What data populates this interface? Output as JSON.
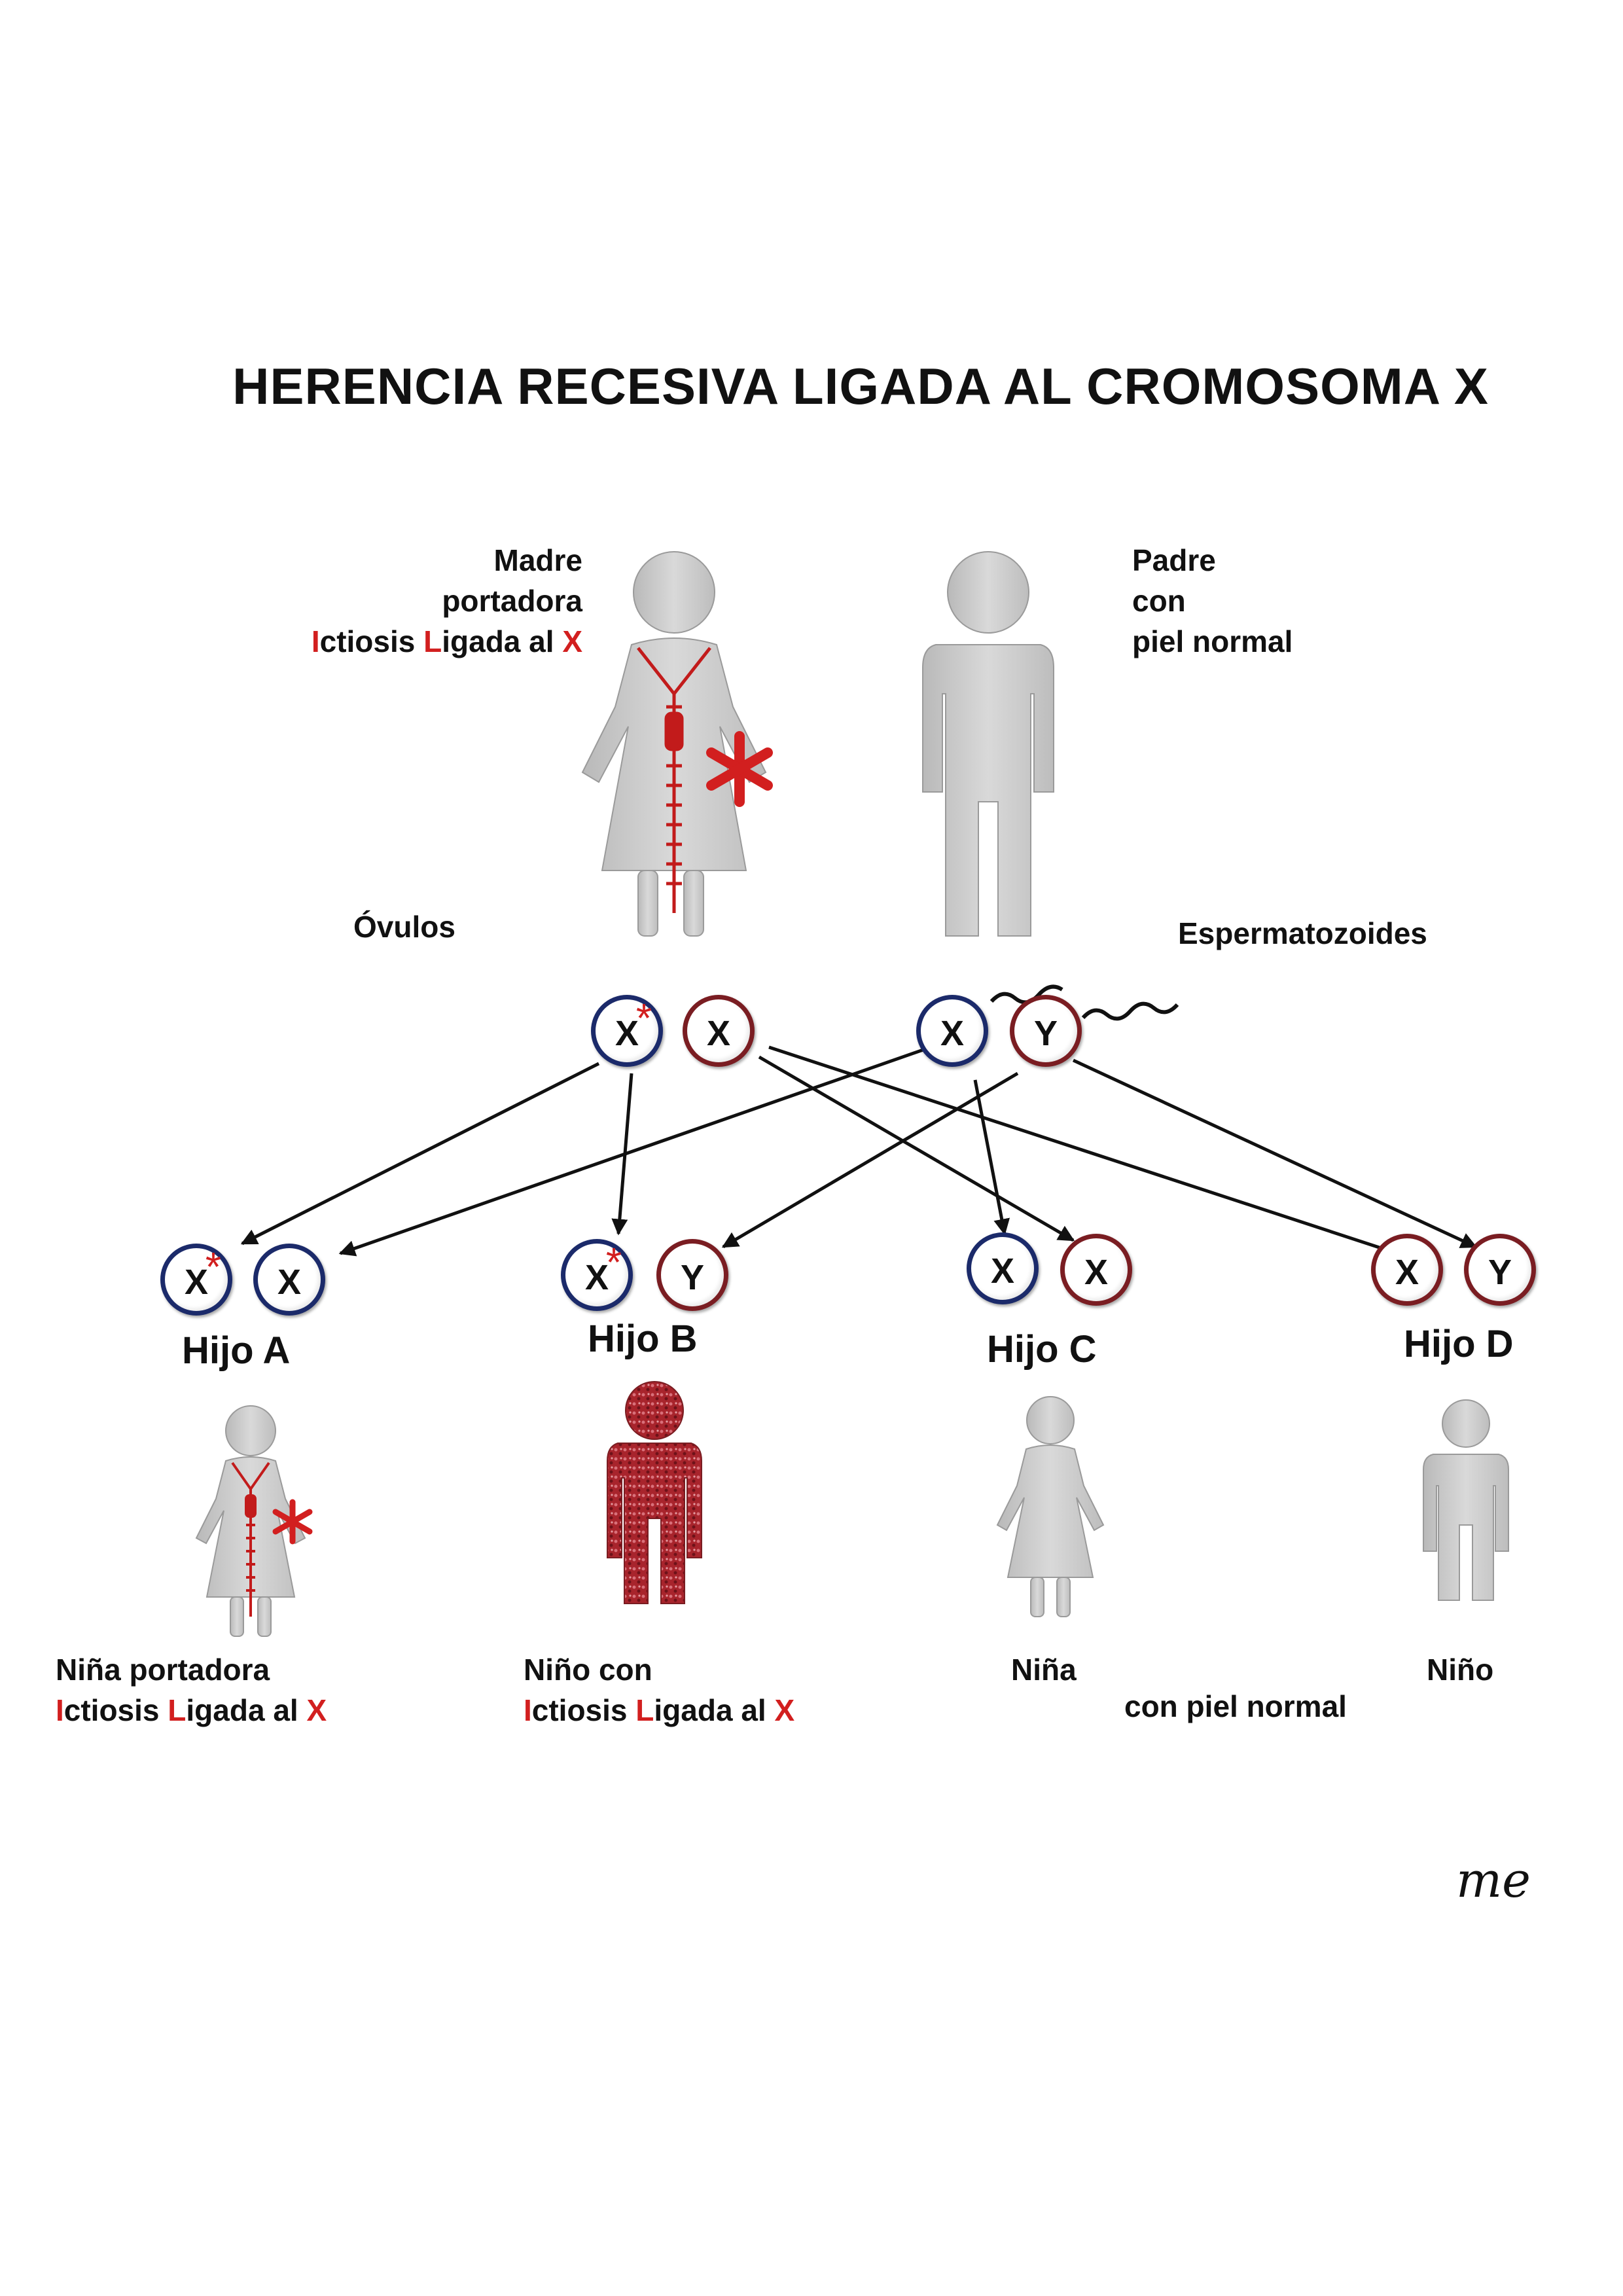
{
  "title": "HERENCIA RECESIVA LIGADA AL CROMOSOMA X",
  "parents": {
    "mother": {
      "line1": "Madre",
      "line2": "portadora",
      "line3": [
        "I",
        "ctiosis ",
        "L",
        "igada al ",
        "X"
      ]
    },
    "father": {
      "line1": "Padre",
      "line2": "con",
      "line3": "piel normal"
    }
  },
  "gametes": {
    "ovulos_label": "Óvulos",
    "esperma_label": "Espermatozoides",
    "mother": [
      {
        "letter": "X",
        "mutated": true
      },
      {
        "letter": "X",
        "mutated": false
      }
    ],
    "father": [
      {
        "letter": "X",
        "mutated": false
      },
      {
        "letter": "Y",
        "mutated": false
      }
    ]
  },
  "children": [
    {
      "name": "Hijo A",
      "chromosomes": [
        {
          "letter": "X",
          "mutated": true
        },
        {
          "letter": "X",
          "mutated": false
        }
      ]
    },
    {
      "name": "Hijo B",
      "chromosomes": [
        {
          "letter": "X",
          "mutated": true
        },
        {
          "letter": "Y",
          "mutated": false
        }
      ]
    },
    {
      "name": "Hijo C",
      "chromosomes": [
        {
          "letter": "X",
          "mutated": false
        },
        {
          "letter": "X",
          "mutated": false
        }
      ]
    },
    {
      "name": "Hijo D",
      "chromosomes": [
        {
          "letter": "X",
          "mutated": false
        },
        {
          "letter": "Y",
          "mutated": false
        }
      ]
    }
  ],
  "descriptions": {
    "a": {
      "line1": "Niña portadora",
      "line2": [
        "I",
        "ctiosis ",
        "L",
        "igada al ",
        "X"
      ]
    },
    "b": {
      "line1": "Niño con",
      "line2": [
        "I",
        "ctiosis ",
        "L",
        "igada al ",
        "X"
      ]
    },
    "c": {
      "line1": "Niña"
    },
    "d": {
      "line1": "Niño"
    },
    "cd": {
      "shared": "con piel normal"
    }
  },
  "asterisk": "*",
  "signature": "me",
  "colors": {
    "accent_red": "#d21f1f",
    "figure_gray": "#c9c9c9",
    "ring_red": "#7a1d22",
    "ring_blue": "#1b2a6a",
    "affected_red": "#a8242c"
  }
}
